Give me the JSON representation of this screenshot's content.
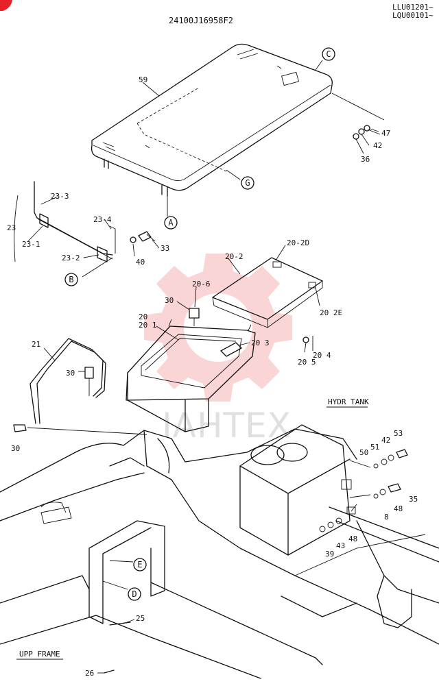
{
  "header": {
    "drawing_number": "24100J16958F2",
    "serial_range_1": "LLU01201~",
    "serial_range_2": "LQU00101~"
  },
  "watermark": {
    "text": "IAHTEX",
    "color": "#f08080"
  },
  "section_labels": {
    "hydr_tank": "HYDR TANK",
    "upp_frame": "UPP FRAME"
  },
  "view_markers": [
    "A",
    "B",
    "C",
    "D",
    "E",
    "G"
  ],
  "part_labels": {
    "p59": "59",
    "p47": "47",
    "p42a": "42",
    "p36": "36",
    "p23_3": "23-3",
    "p23": "23",
    "p23_4": "23-4",
    "p23_1": "23-1",
    "p23_2": "23-2",
    "p33": "33",
    "p40": "40",
    "p20_2D": "20-2D",
    "p20_2": "20-2",
    "p20_6": "20-6",
    "p30a": "30",
    "p20": "20",
    "p20_1": "20 1",
    "p20_2E": "20 2E",
    "p20_3": "20 3",
    "p20_4": "20 4",
    "p20_5": "20 5",
    "p21": "21",
    "p30b": "30",
    "p30c": "30",
    "p53": "53",
    "p42b": "42",
    "p51": "51",
    "p50": "50",
    "p35": "35",
    "p48a": "48",
    "p8": "8",
    "p48b": "48",
    "p43": "43",
    "p39": "39",
    "p25": "25",
    "p26": "26"
  }
}
